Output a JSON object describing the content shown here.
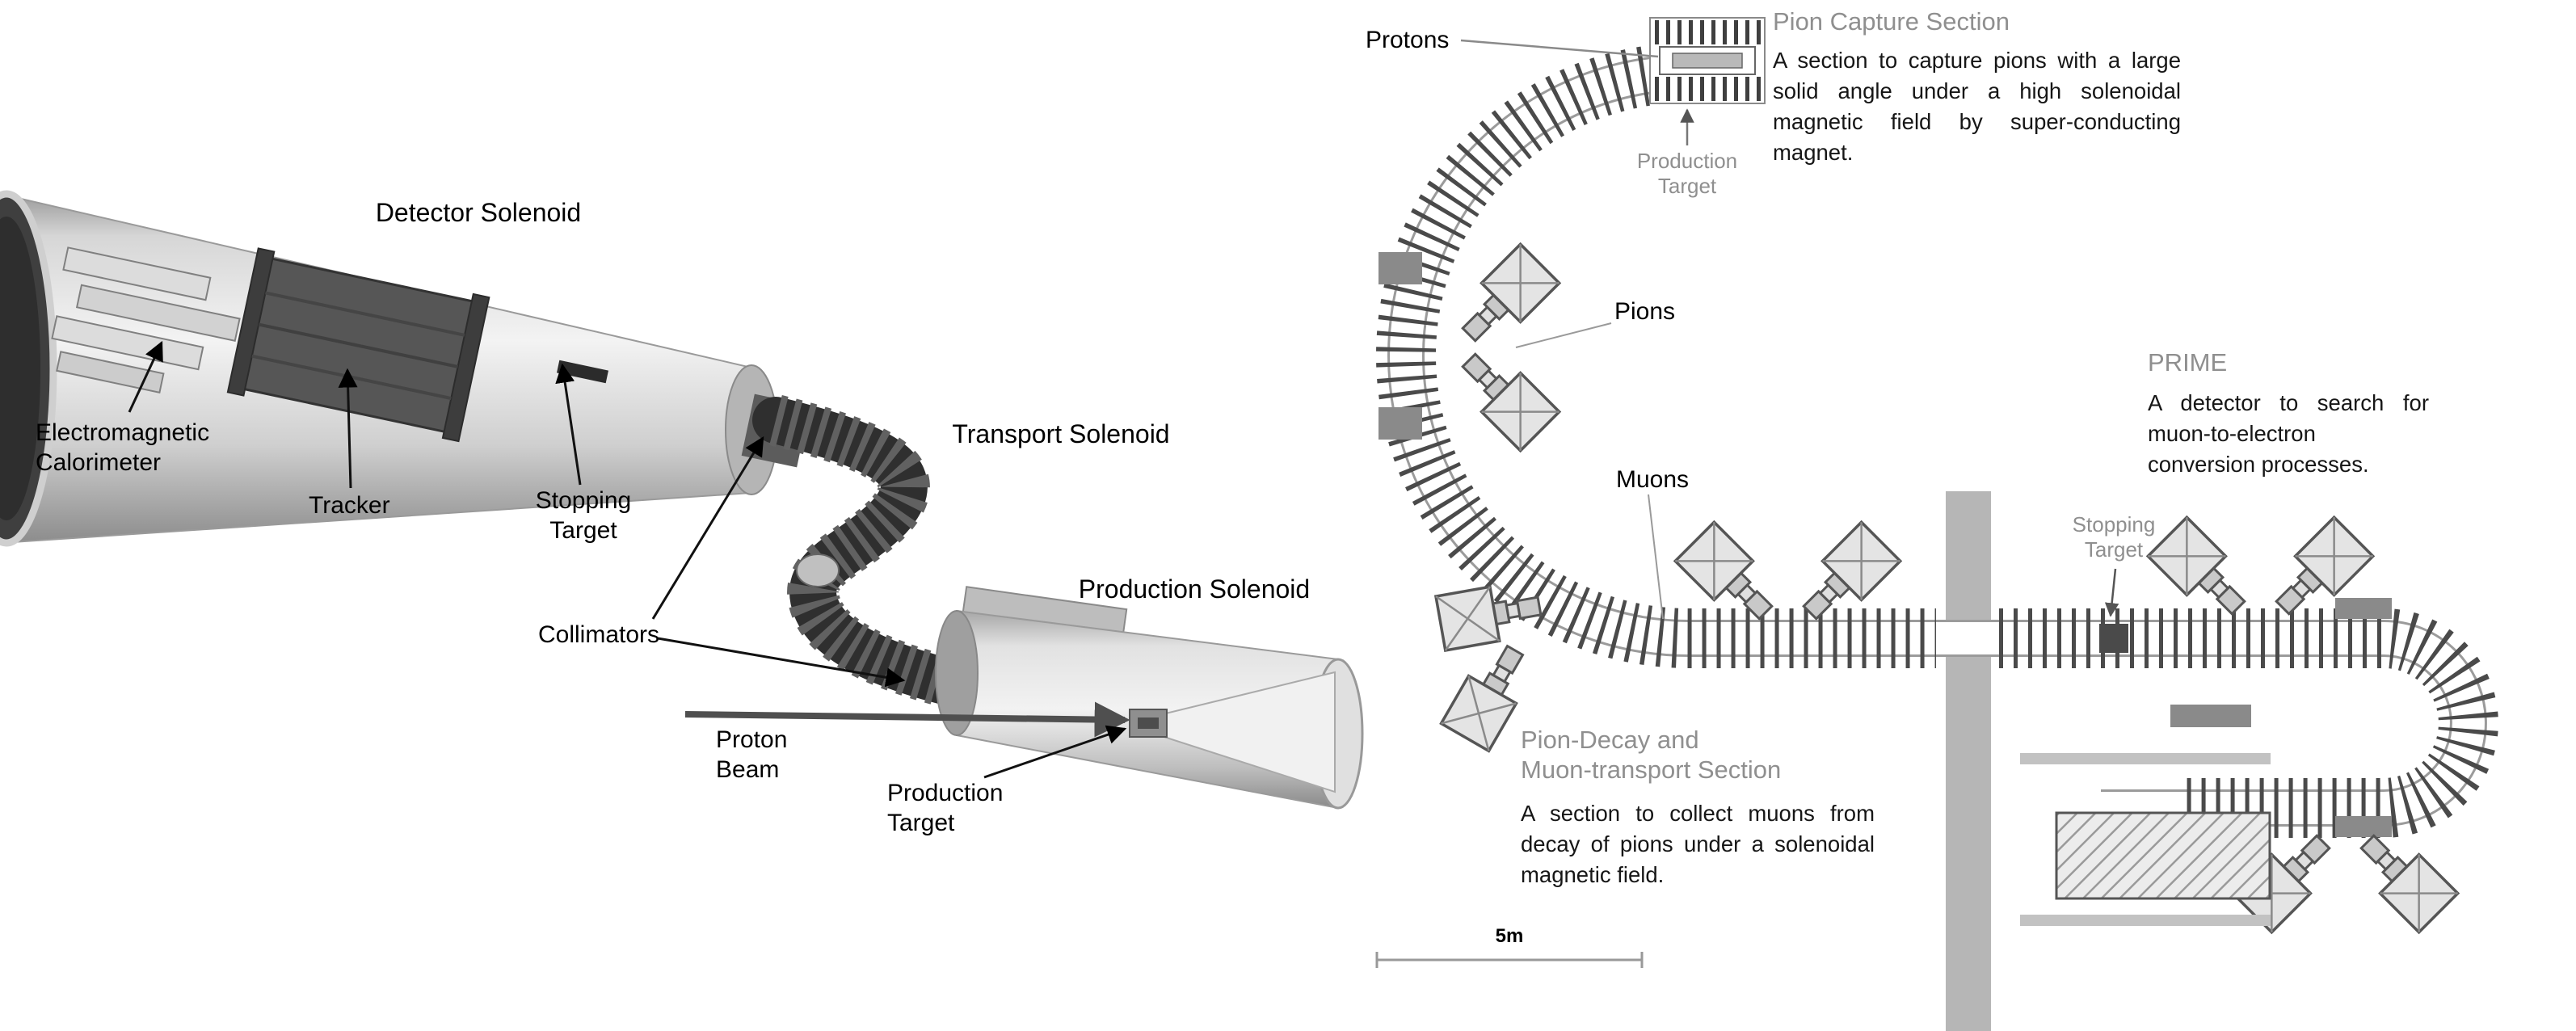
{
  "left": {
    "labels": {
      "detector_solenoid": "Detector Solenoid",
      "transport_solenoid": "Transport Solenoid",
      "production_solenoid": "Production Solenoid",
      "em_calorimeter": "Electromagnetic\nCalorimeter",
      "tracker": "Tracker",
      "stopping_target": "Stopping\nTarget",
      "collimators": "Collimators",
      "proton_beam": "Proton\nBeam",
      "production_target": "Production\nTarget"
    }
  },
  "right": {
    "labels": {
      "protons": "Protons",
      "pions": "Pions",
      "muons": "Muons",
      "production_target": "Production\nTarget",
      "stopping_target": "Stopping\nTarget"
    },
    "sections": {
      "pion_capture": {
        "title": "Pion Capture Section",
        "description": "A section to capture pions with a large solid angle under a high solenoidal magnetic field by super-conducting magnet."
      },
      "prime": {
        "title": "PRIME",
        "description": "A detector to search for muon-to-electron conversion processes."
      },
      "pion_decay": {
        "title": "Pion-Decay and\nMuon-transport Section",
        "description": "A section to collect muons from decay of pions under a solenoidal magnetic field."
      }
    },
    "scale": "5m"
  },
  "colors": {
    "heading_gray": "#8f8f8f",
    "metal_light": "#d9d9d9",
    "metal_dark": "#4a4a4a",
    "rib_dark": "#4a4a4a",
    "wall_gray": "#b6b6b6",
    "text_black": "#000000"
  }
}
